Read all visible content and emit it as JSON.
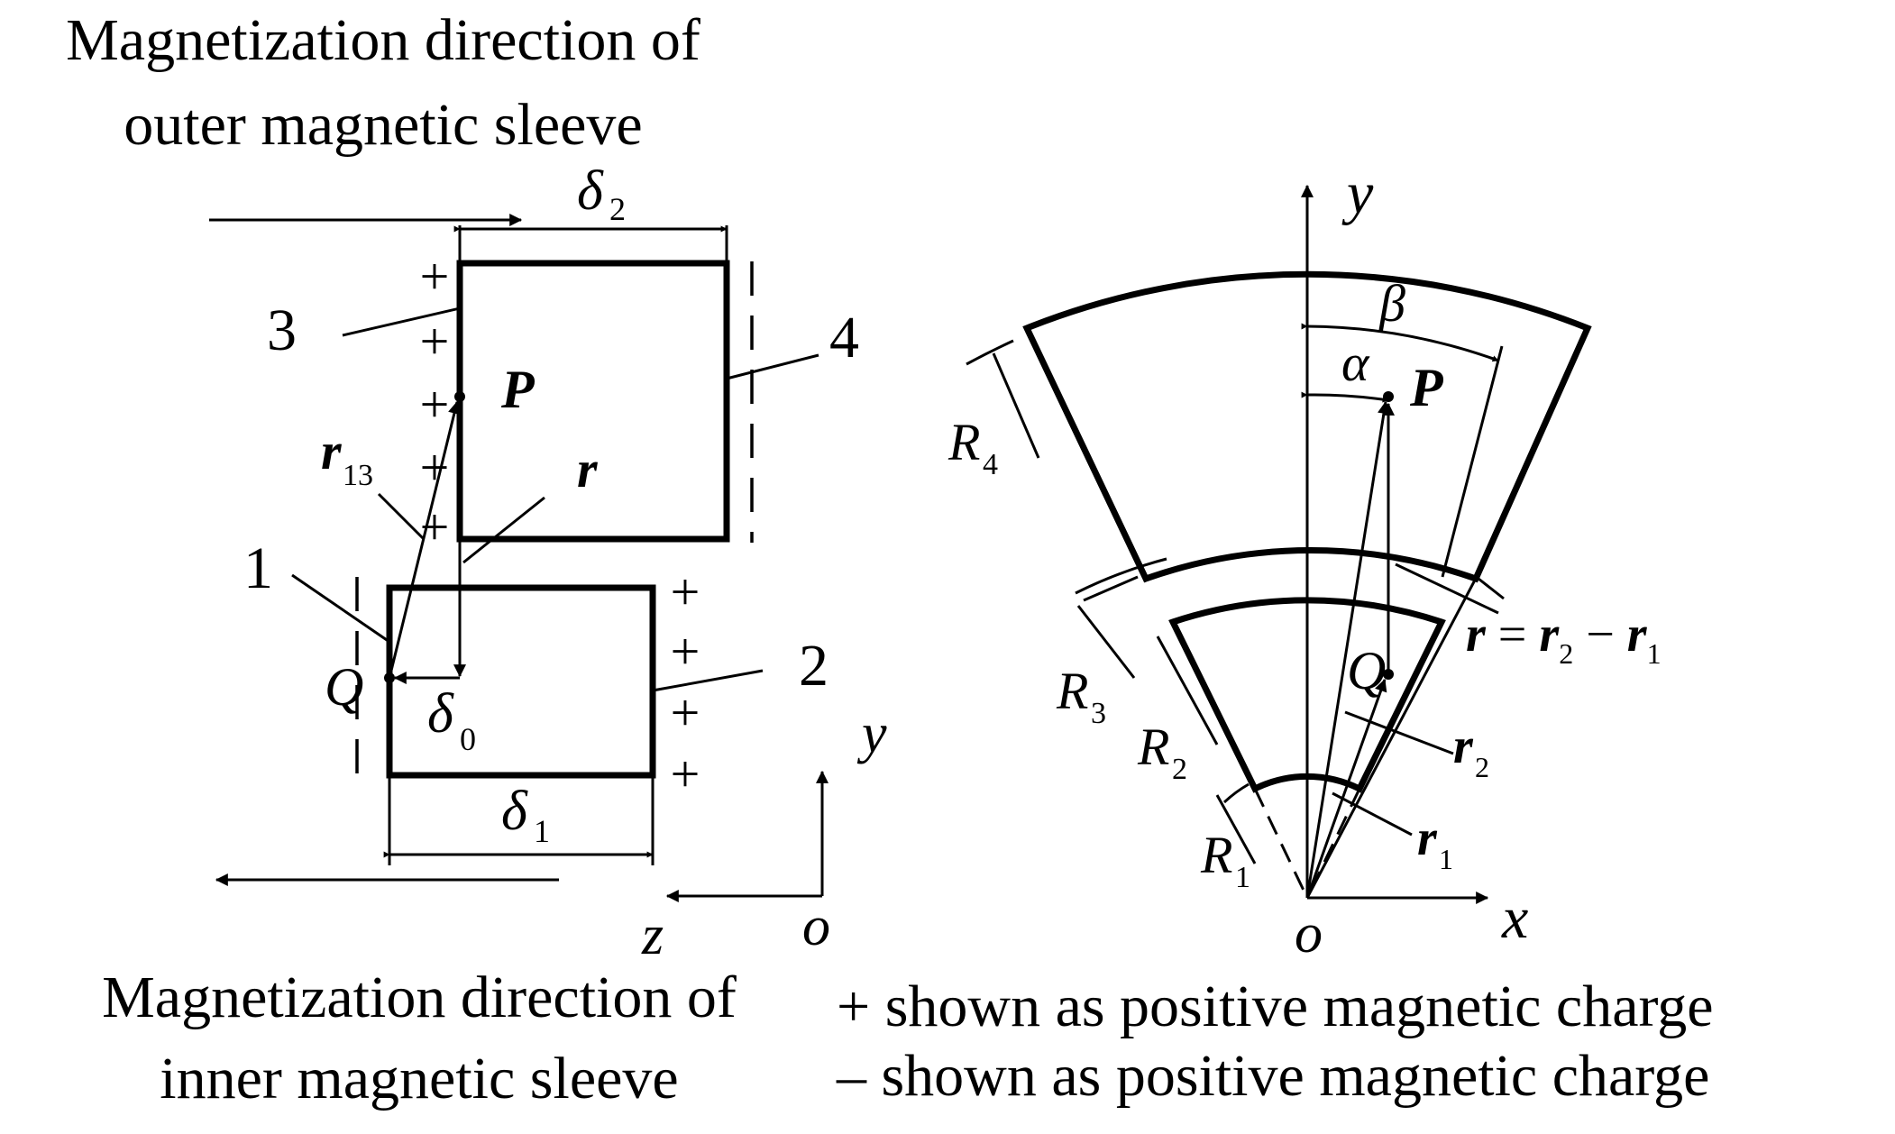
{
  "captions": {
    "outer_line1": "Magnetization direction of",
    "outer_line2": "outer magnetic sleeve",
    "inner_line1": "Magnetization direction of",
    "inner_line2": "inner magnetic sleeve",
    "legend_plus": "+ shown as positive magnetic charge",
    "legend_minus": "– shown as positive magnetic charge"
  },
  "left_diagram": {
    "plus_sign": "+",
    "delta_symbol": "δ",
    "delta2_sub": "2",
    "delta0_sub": "0",
    "delta1_sub": "1",
    "label_1": "1",
    "label_2": "2",
    "label_3": "3",
    "label_4": "4",
    "point_P": "P",
    "point_Q": "Q",
    "vec_r": "r",
    "vec_r13": "r",
    "vec_r13_sub": "13",
    "axis_y": "y",
    "axis_z": "z",
    "origin": "o"
  },
  "right_diagram": {
    "axis_y": "y",
    "axis_x": "x",
    "origin": "o",
    "angle_alpha": "α",
    "angle_beta": "β",
    "point_P": "P",
    "point_Q": "Q",
    "R_symbol": "R",
    "R1_sub": "1",
    "R2_sub": "2",
    "R3_sub": "3",
    "R4_sub": "4",
    "vec_r": "r",
    "eq_sign": " = ",
    "minus_sign": " − ",
    "r2_sub": "2",
    "r1_sub": "1"
  }
}
